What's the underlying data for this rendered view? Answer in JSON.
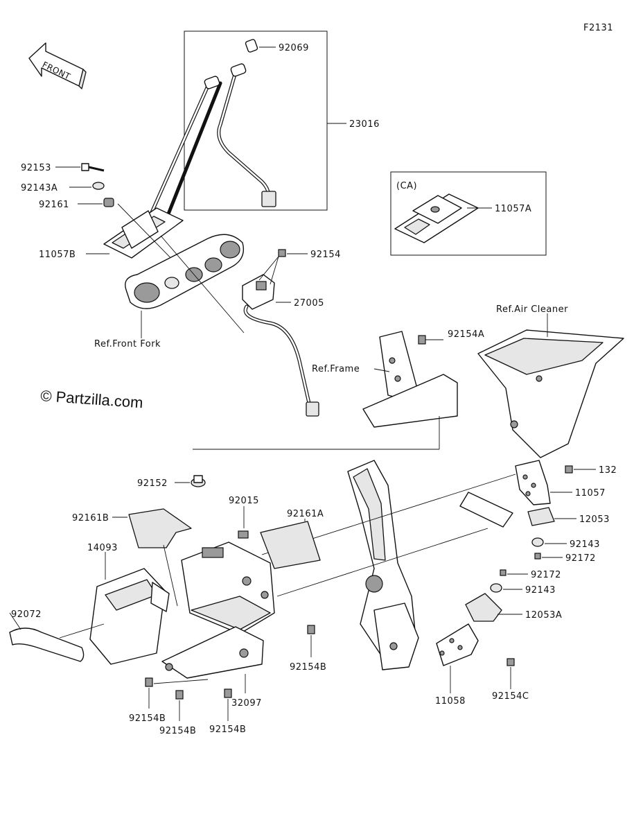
{
  "diagram_id": "F2131",
  "front_arrow": "FRONT",
  "watermark": "© Partzilla.com",
  "labels": {
    "p92069": "92069",
    "p23016": "23016",
    "p92153": "92153",
    "p92143A": "92143A",
    "p92161": "92161",
    "p11057B": "11057B",
    "p92154": "92154",
    "p27005": "27005",
    "ref_front_fork": "Ref.Front Fork",
    "ca": "(CA)",
    "p11057A": "11057A",
    "ref_air_cleaner": "Ref.Air Cleaner",
    "p92154A": "92154A",
    "ref_frame": "Ref.Frame",
    "p132": "132",
    "p11057": "11057",
    "p12053": "12053",
    "p92143_a": "92143",
    "p92172_a": "92172",
    "p92172_b": "92172",
    "p92143_b": "92143",
    "p12053A": "12053A",
    "p92152": "92152",
    "p92015": "92015",
    "p92161A": "92161A",
    "p92161B": "92161B",
    "p14093": "14093",
    "p92072": "92072",
    "p92154B_a": "92154B",
    "p92154B_b": "92154B",
    "p92154B_c": "92154B",
    "p92154B_d": "92154B",
    "p32097": "32097",
    "p11058": "11058",
    "p92154C": "92154C"
  }
}
